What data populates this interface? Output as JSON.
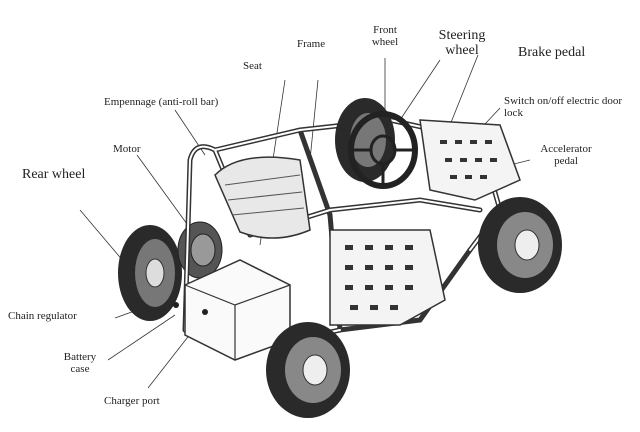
{
  "labels": {
    "frame": "Frame",
    "front_wheel": "Front wheel",
    "steering_wheel": "Steering wheel",
    "brake_pedal": "Brake pedal",
    "seat": "Seat",
    "empennage": "Empennage (anti-roll bar)",
    "switch_lock": "Switch on/off electric door lock",
    "motor": "Motor",
    "accelerator_pedal": "Accelerator pedal",
    "rear_wheel": "Rear wheel",
    "chain_regulator": "Chain regulator",
    "battery_case": "Battery case",
    "charger_port": "Charger port"
  }
}
